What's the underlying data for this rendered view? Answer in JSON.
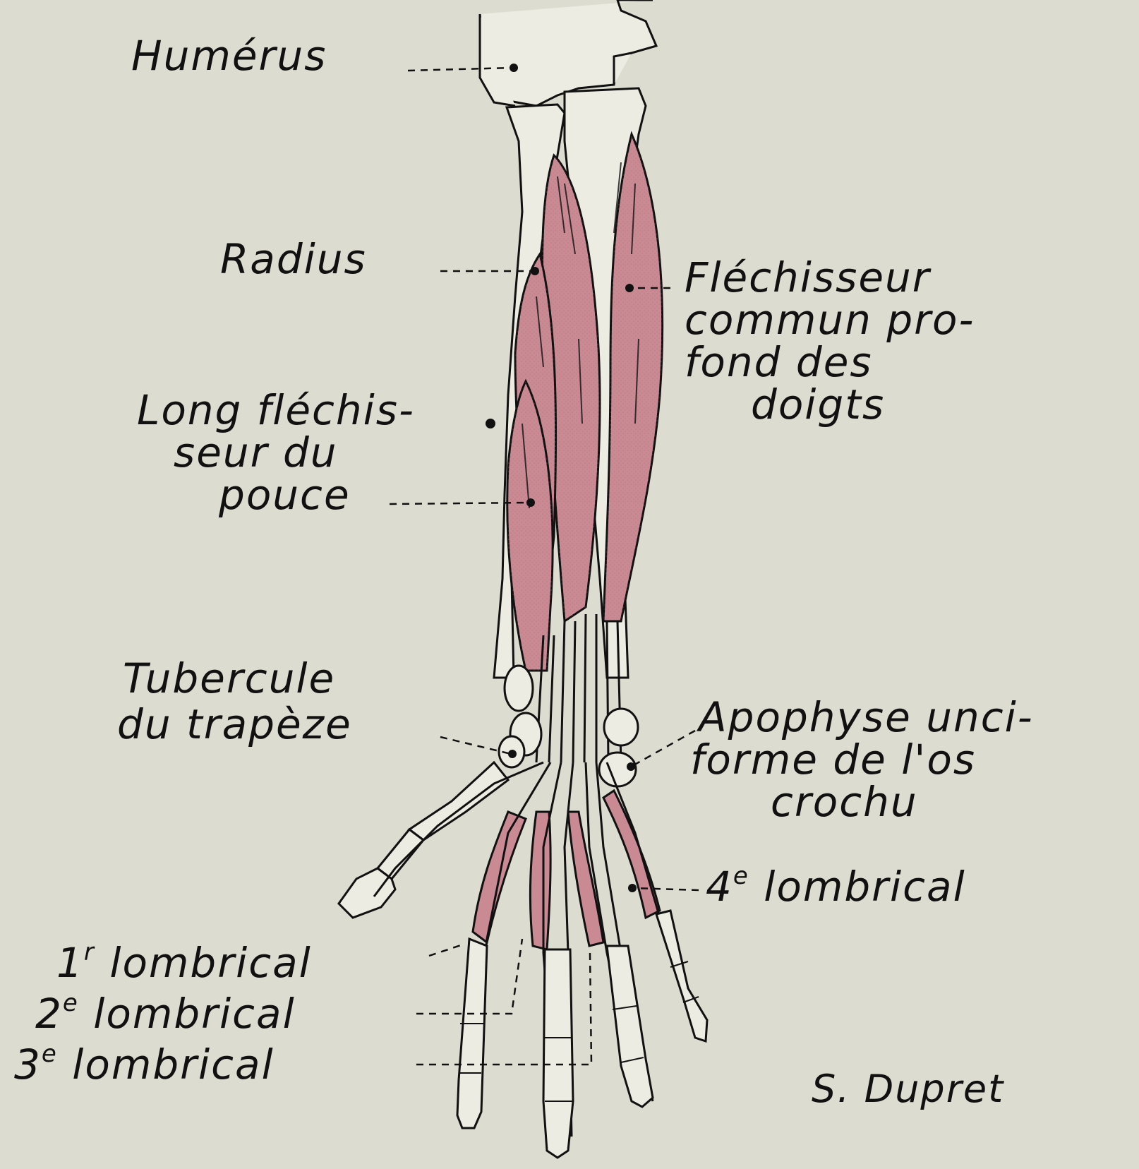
{
  "labels": {
    "humerus": "Humérus",
    "radius": "Radius",
    "flechisseur_l1": "Fléchisseur",
    "flechisseur_l2": "commun pro-",
    "flechisseur_l3": "fond des",
    "flechisseur_l4": "doigts",
    "long_flechisseur_l1": "Long fléchis-",
    "long_flechisseur_l2": "seur du",
    "long_flechisseur_l3": "pouce",
    "tubercule_l1": "Tubercule",
    "tubercule_l2": "du trapèze",
    "apophyse_l1": "Apophyse unci-",
    "apophyse_l2": "forme de l'os",
    "apophyse_l3": "crochu",
    "lombrical_4_num": "4",
    "lombrical_4_sup": "e",
    "lombrical_4_text": "lombrical",
    "lombrical_1_num": "1",
    "lombrical_1_sup": "r",
    "lombrical_1_text": "lombrical",
    "lombrical_2_num": "2",
    "lombrical_2_sup": "e",
    "lombrical_2_text": "lombrical",
    "lombrical_3_num": "3",
    "lombrical_3_sup": "e",
    "lombrical_3_text": "lombrical"
  },
  "signature": "S. Dupret",
  "colors": {
    "background": "#dcdcd0",
    "muscle": "#c98a94",
    "ink": "#111111",
    "bone": "#ecece2"
  }
}
